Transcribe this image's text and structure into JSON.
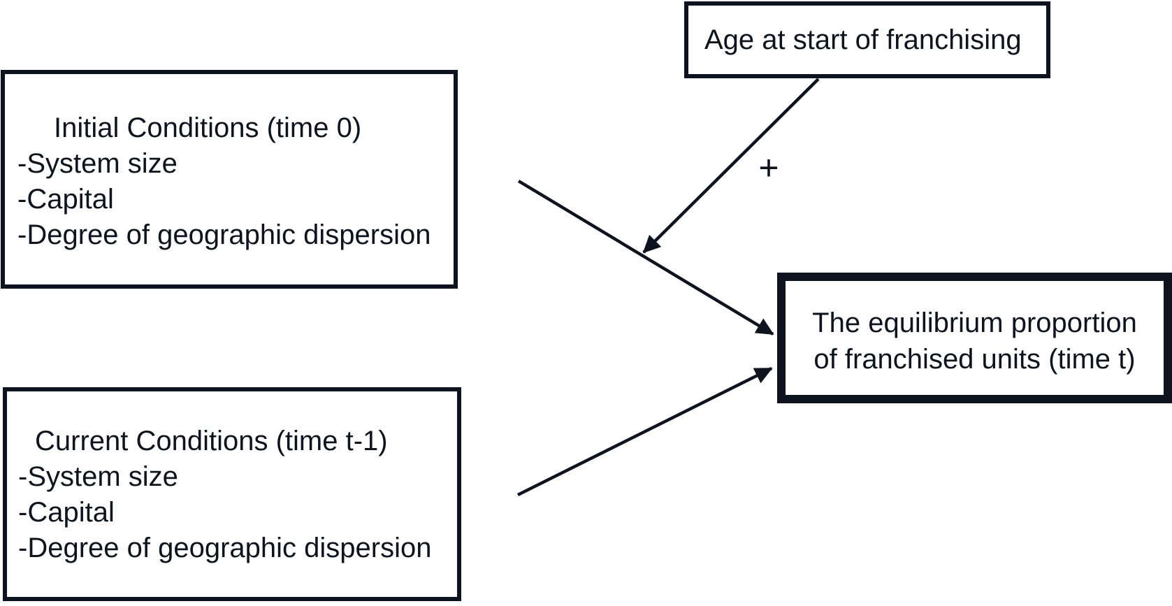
{
  "figure": {
    "background": "#ffffff",
    "ink_color": "#0d1420",
    "nodes": {
      "age": {
        "label": "Age at start of franchising"
      },
      "initial_conditions": {
        "title": "Initial Conditions (time 0)",
        "items": [
          "-System size",
          "-Capital",
          "-Degree of geographic dispersion"
        ]
      },
      "current_conditions": {
        "title": "Current Conditions (time t-1)",
        "items": [
          "-System size",
          "-Capital",
          "-Degree of geographic dispersion"
        ]
      },
      "outcome": {
        "line1": "The equilibrium proportion",
        "line2": "of franchised units (time t)"
      }
    },
    "edges": {
      "initial_to_outcome": {
        "from": "initial_conditions",
        "to": "outcome",
        "sign": ""
      },
      "age_moderation": {
        "from": "age",
        "to": "initial_to_outcome_arrow",
        "sign": "+"
      },
      "current_to_outcome": {
        "from": "current_conditions",
        "to": "outcome",
        "sign": ""
      }
    }
  }
}
